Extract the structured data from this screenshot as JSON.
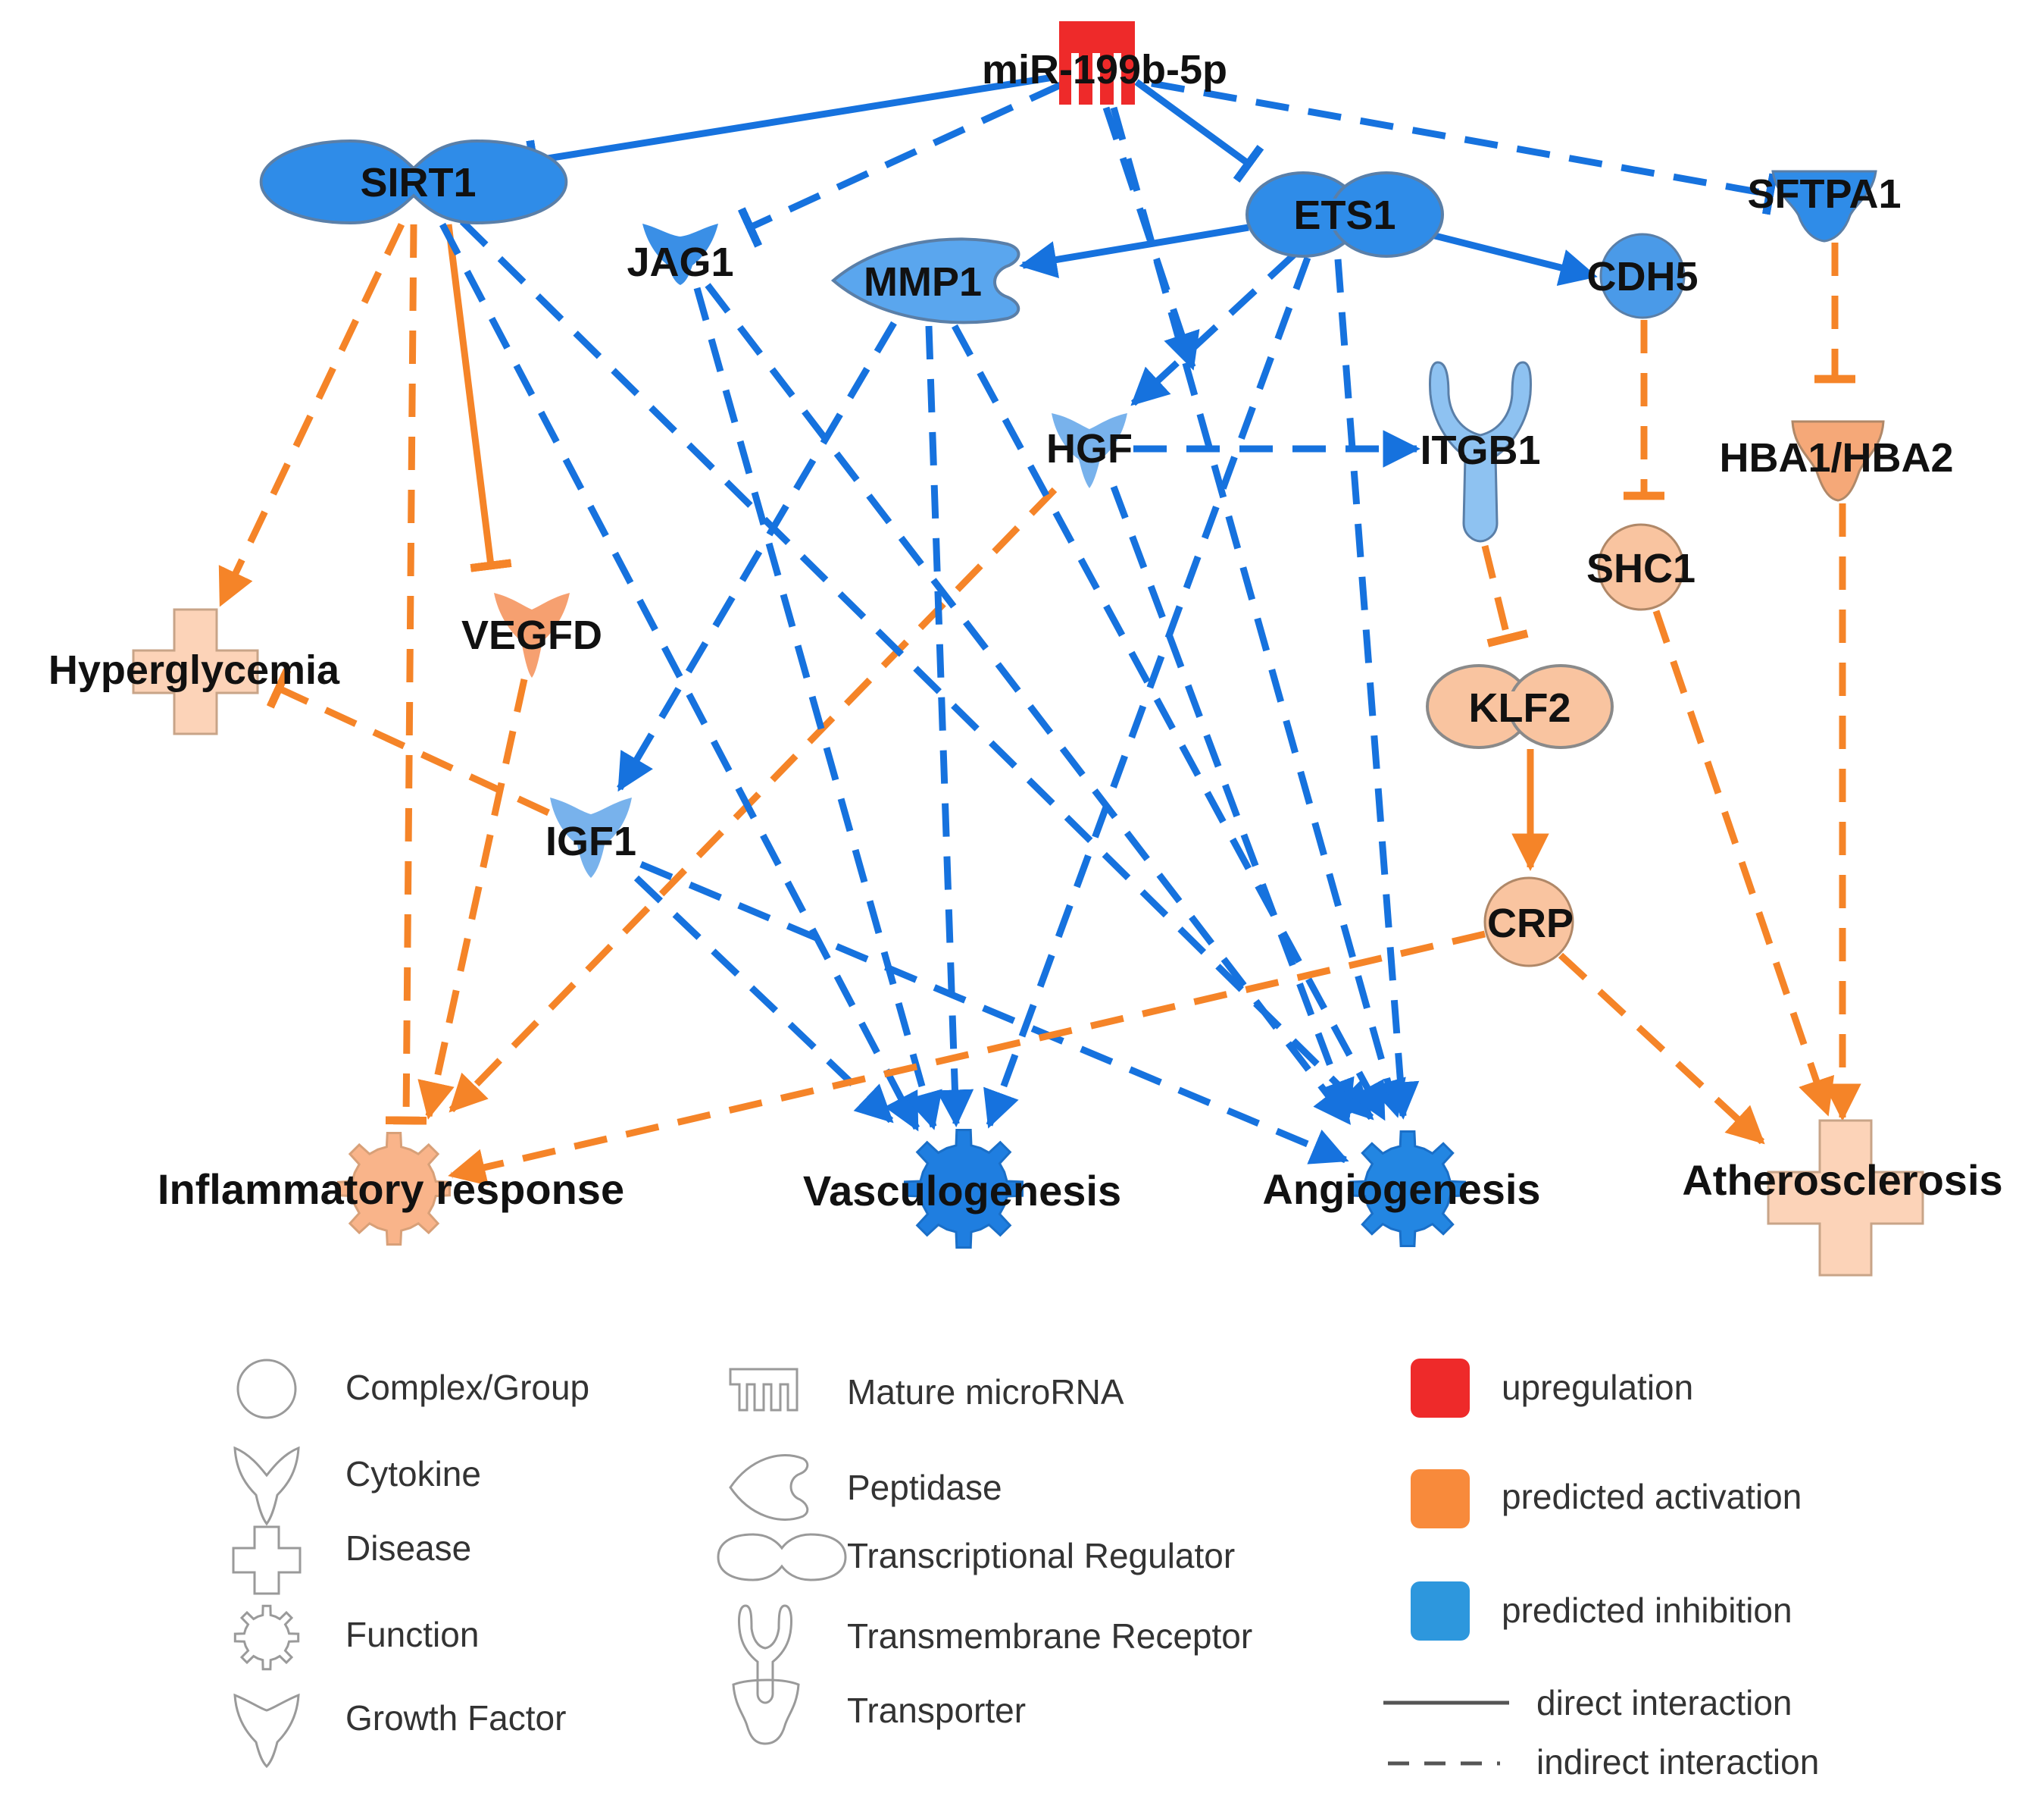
{
  "colors": {
    "upregulation": "#ee2a2a",
    "inhibition_node": "#2f8ce8",
    "inhibition_light": "#8ec2f1",
    "activation_node": "#f9c4a0",
    "activation_mid": "#f6a070",
    "blue_edge": "#1672de",
    "orange_edge": "#f58428",
    "legend_outline": "#9a9a9a"
  },
  "nodes": {
    "mir": {
      "label": "miR-199b-5p",
      "shape": "mature-microrna-icon",
      "state": "upregulation"
    },
    "sirt1": {
      "label": "SIRT1",
      "shape": "transcriptional-regulator-icon",
      "state": "predicted inhibition"
    },
    "jag1": {
      "label": "JAG1",
      "shape": "growth-factor-icon",
      "state": "predicted inhibition"
    },
    "mmp1": {
      "label": "MMP1",
      "shape": "peptidase-icon",
      "state": "predicted inhibition"
    },
    "ets1": {
      "label": "ETS1",
      "shape": "transcriptional-regulator-icon",
      "state": "predicted inhibition"
    },
    "cdh5": {
      "label": "CDH5",
      "shape": "complex-group-icon",
      "state": "predicted inhibition"
    },
    "sftpa1": {
      "label": "SFTPA1",
      "shape": "transporter-icon",
      "state": "predicted inhibition"
    },
    "hgf": {
      "label": "HGF",
      "shape": "growth-factor-icon",
      "state": "predicted inhibition"
    },
    "itgb1": {
      "label": "ITGB1",
      "shape": "transmembrane-receptor-icon",
      "state": "predicted inhibition"
    },
    "hba": {
      "label": "HBA1/HBA2",
      "shape": "transporter-icon",
      "state": "predicted activation"
    },
    "shc1": {
      "label": "SHC1",
      "shape": "complex-group-icon",
      "state": "predicted activation"
    },
    "hyperglycemia": {
      "label": "Hyperglycemia",
      "shape": "disease-icon",
      "state": "predicted activation"
    },
    "vegfd": {
      "label": "VEGFD",
      "shape": "growth-factor-icon",
      "state": "predicted activation"
    },
    "klf2": {
      "label": "KLF2",
      "shape": "transcriptional-regulator-icon",
      "state": "predicted activation"
    },
    "igf1": {
      "label": "IGF1",
      "shape": "growth-factor-icon",
      "state": "predicted inhibition"
    },
    "crp": {
      "label": "CRP",
      "shape": "complex-group-icon",
      "state": "predicted activation"
    },
    "inflammatory": {
      "label": "Inflammatory response",
      "shape": "function-icon",
      "state": "predicted activation"
    },
    "vasculogenesis": {
      "label": "Vasculogenesis",
      "shape": "function-icon",
      "state": "predicted inhibition"
    },
    "angiogenesis": {
      "label": "Angiogenesis",
      "shape": "function-icon",
      "state": "predicted inhibition"
    },
    "atherosclerosis": {
      "label": "Atherosclerosis",
      "shape": "disease-icon",
      "state": "predicted activation"
    }
  },
  "edges": [
    {
      "from": "mir",
      "to": "sirt1",
      "effect": "inhibition",
      "interaction": "direct"
    },
    {
      "from": "mir",
      "to": "jag1",
      "effect": "inhibition",
      "interaction": "indirect"
    },
    {
      "from": "mir",
      "to": "ets1",
      "effect": "inhibition",
      "interaction": "direct"
    },
    {
      "from": "mir",
      "to": "sftpa1",
      "effect": "inhibition",
      "interaction": "indirect"
    },
    {
      "from": "mir",
      "to": "hgf",
      "effect": "activation",
      "interaction": "indirect"
    },
    {
      "from": "mir",
      "to": "angiogenesis",
      "effect": "activation",
      "interaction": "indirect"
    },
    {
      "from": "ets1",
      "to": "mmp1",
      "effect": "activation",
      "interaction": "direct"
    },
    {
      "from": "ets1",
      "to": "cdh5",
      "effect": "activation",
      "interaction": "direct"
    },
    {
      "from": "ets1",
      "to": "hgf",
      "effect": "activation",
      "interaction": "indirect"
    },
    {
      "from": "ets1",
      "to": "vasculogenesis",
      "effect": "activation",
      "interaction": "indirect"
    },
    {
      "from": "ets1",
      "to": "angiogenesis",
      "effect": "activation",
      "interaction": "indirect"
    },
    {
      "from": "hgf",
      "to": "itgb1",
      "effect": "activation",
      "interaction": "indirect"
    },
    {
      "from": "hgf",
      "to": "angiogenesis",
      "effect": "activation",
      "interaction": "indirect"
    },
    {
      "from": "hgf",
      "to": "inflammatory",
      "effect": "activation",
      "interaction": "indirect"
    },
    {
      "from": "sirt1",
      "to": "hyperglycemia",
      "effect": "activation",
      "interaction": "indirect"
    },
    {
      "from": "sirt1",
      "to": "vegfd",
      "effect": "inhibition",
      "interaction": "direct"
    },
    {
      "from": "sirt1",
      "to": "inflammatory",
      "effect": "inhibition",
      "interaction": "indirect"
    },
    {
      "from": "sirt1",
      "to": "vasculogenesis",
      "effect": "activation",
      "interaction": "indirect"
    },
    {
      "from": "sirt1",
      "to": "angiogenesis",
      "effect": "activation",
      "interaction": "indirect"
    },
    {
      "from": "jag1",
      "to": "vasculogenesis",
      "effect": "activation",
      "interaction": "indirect"
    },
    {
      "from": "jag1",
      "to": "angiogenesis",
      "effect": "activation",
      "interaction": "indirect"
    },
    {
      "from": "mmp1",
      "to": "igf1",
      "effect": "activation",
      "interaction": "indirect"
    },
    {
      "from": "mmp1",
      "to": "vasculogenesis",
      "effect": "activation",
      "interaction": "indirect"
    },
    {
      "from": "mmp1",
      "to": "angiogenesis",
      "effect": "activation",
      "interaction": "indirect"
    },
    {
      "from": "igf1",
      "to": "hyperglycemia",
      "effect": "inhibition",
      "interaction": "indirect"
    },
    {
      "from": "igf1",
      "to": "vasculogenesis",
      "effect": "activation",
      "interaction": "indirect"
    },
    {
      "from": "igf1",
      "to": "angiogenesis",
      "effect": "activation",
      "interaction": "indirect"
    },
    {
      "from": "vegfd",
      "to": "inflammatory",
      "effect": "activation",
      "interaction": "indirect"
    },
    {
      "from": "sftpa1",
      "to": "hba",
      "effect": "inhibition",
      "interaction": "indirect"
    },
    {
      "from": "cdh5",
      "to": "shc1",
      "effect": "inhibition",
      "interaction": "indirect"
    },
    {
      "from": "itgb1",
      "to": "klf2",
      "effect": "inhibition",
      "interaction": "indirect"
    },
    {
      "from": "klf2",
      "to": "crp",
      "effect": "activation",
      "interaction": "direct"
    },
    {
      "from": "crp",
      "to": "inflammatory",
      "effect": "activation",
      "interaction": "indirect"
    },
    {
      "from": "crp",
      "to": "atherosclerosis",
      "effect": "activation",
      "interaction": "indirect"
    },
    {
      "from": "shc1",
      "to": "atherosclerosis",
      "effect": "activation",
      "interaction": "indirect"
    },
    {
      "from": "hba",
      "to": "atherosclerosis",
      "effect": "activation",
      "interaction": "indirect"
    }
  ],
  "legend": {
    "shapes": [
      {
        "icon": "complex-group-icon",
        "label": "Complex/Group"
      },
      {
        "icon": "cytokine-icon",
        "label": "Cytokine"
      },
      {
        "icon": "disease-icon",
        "label": "Disease"
      },
      {
        "icon": "function-icon",
        "label": "Function"
      },
      {
        "icon": "growth-factor-icon",
        "label": "Growth Factor"
      },
      {
        "icon": "mature-microrna-icon",
        "label": "Mature microRNA"
      },
      {
        "icon": "peptidase-icon",
        "label": "Peptidase"
      },
      {
        "icon": "transcriptional-regulator-icon",
        "label": "Transcriptional Regulator"
      },
      {
        "icon": "transmembrane-receptor-icon",
        "label": "Transmembrane Receptor"
      },
      {
        "icon": "transporter-icon",
        "label": "Transporter"
      }
    ],
    "colors": [
      {
        "label": "upregulation",
        "color": "#ee2a2a"
      },
      {
        "label": "predicted activation",
        "color": "#f88a3b"
      },
      {
        "label": "predicted inhibition",
        "color": "#2d97dd"
      }
    ],
    "lines": [
      {
        "style": "solid",
        "label": "direct interaction"
      },
      {
        "style": "dashed",
        "label": "indirect interaction"
      }
    ]
  }
}
